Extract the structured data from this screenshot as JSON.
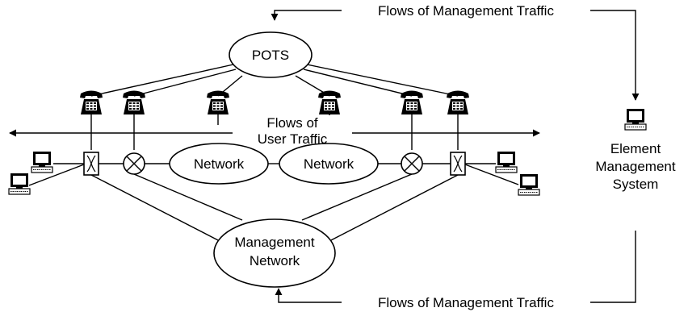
{
  "labels": {
    "pots": "POTS",
    "flows_mgmt_top": "Flows of Management Traffic",
    "flows_mgmt_bottom": "Flows of Management Traffic",
    "flows_user_line1": "Flows of",
    "flows_user_line2": "User Traffic",
    "network_left": "Network",
    "network_right": "Network",
    "mgmt_network_line1": "Management",
    "mgmt_network_line2": "Network",
    "ems_line1": "Element",
    "ems_line2": "Management",
    "ems_line3": "System"
  },
  "icons": {
    "telephone": "telephone-icon",
    "computer": "computer-icon",
    "crossbar_switch": "crossbar-switch-icon",
    "circuit_switch": "circuit-switch-icon"
  }
}
